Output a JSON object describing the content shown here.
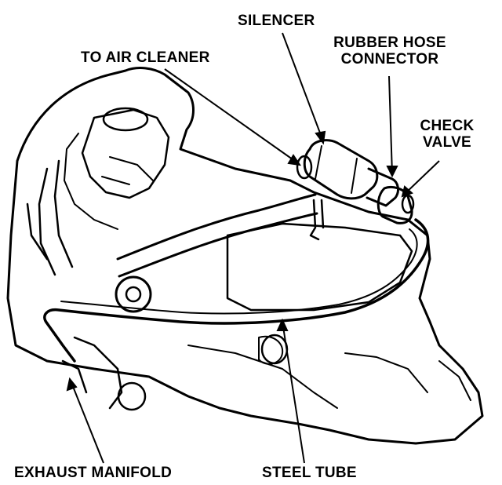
{
  "labels": {
    "silencer": "SILENCER",
    "to_air_cleaner": "TO AIR CLEANER",
    "rubber_hose_connector_line1": "RUBBER HOSE",
    "rubber_hose_connector_line2": "CONNECTOR",
    "check_valve_line1": "CHECK",
    "check_valve_line2": "VALVE",
    "exhaust_manifold": "EXHAUST MANIFOLD",
    "steel_tube": "STEEL TUBE"
  },
  "colors": {
    "ink": "#000000",
    "paper": "#ffffff"
  }
}
